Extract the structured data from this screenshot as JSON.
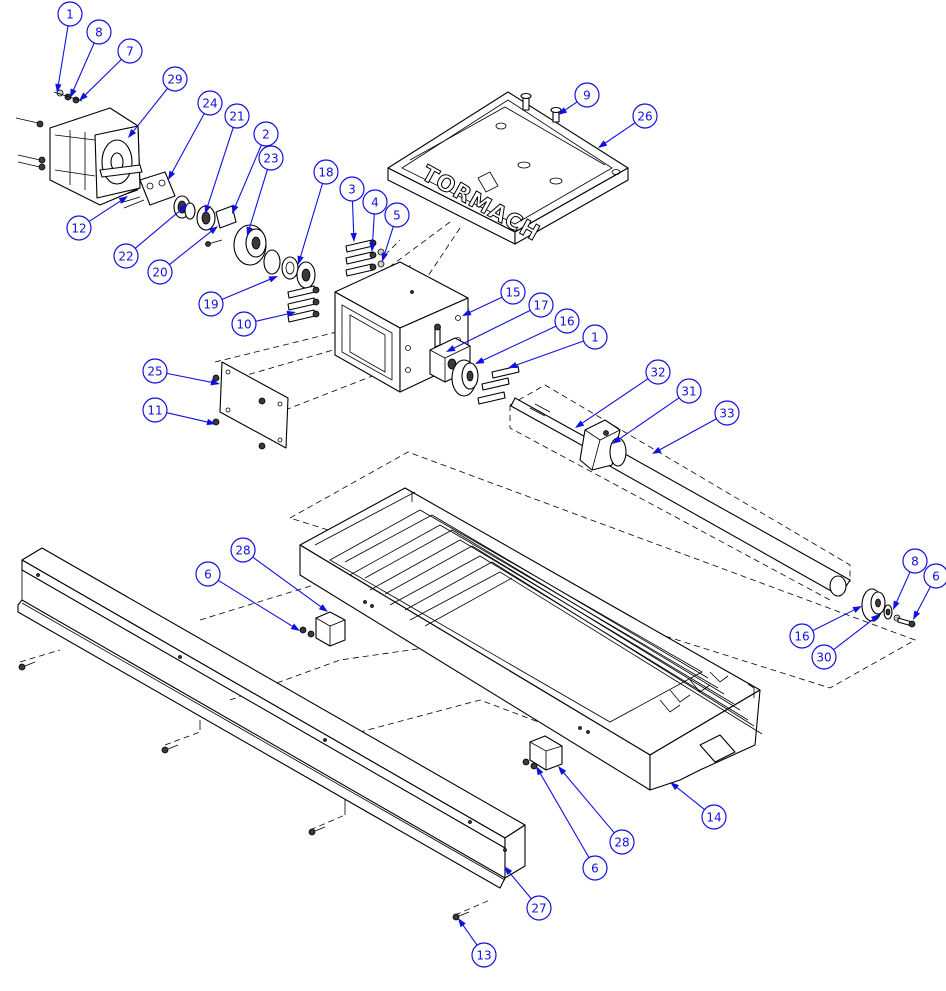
{
  "diagram": {
    "logo_text": "TORMACH",
    "balloons": [
      {
        "label": "1"
      },
      {
        "label": "8"
      },
      {
        "label": "7"
      },
      {
        "label": "29"
      },
      {
        "label": "24"
      },
      {
        "label": "21"
      },
      {
        "label": "2"
      },
      {
        "label": "23"
      },
      {
        "label": "18"
      },
      {
        "label": "3"
      },
      {
        "label": "4"
      },
      {
        "label": "5"
      },
      {
        "label": "9"
      },
      {
        "label": "26"
      },
      {
        "label": "12"
      },
      {
        "label": "22"
      },
      {
        "label": "20"
      },
      {
        "label": "19"
      },
      {
        "label": "10"
      },
      {
        "label": "15"
      },
      {
        "label": "17"
      },
      {
        "label": "16"
      },
      {
        "label": "1"
      },
      {
        "label": "25"
      },
      {
        "label": "11"
      },
      {
        "label": "32"
      },
      {
        "label": "31"
      },
      {
        "label": "33"
      },
      {
        "label": "28"
      },
      {
        "label": "6"
      },
      {
        "label": "8"
      },
      {
        "label": "6"
      },
      {
        "label": "16"
      },
      {
        "label": "30"
      },
      {
        "label": "14"
      },
      {
        "label": "28"
      },
      {
        "label": "6"
      },
      {
        "label": "27"
      },
      {
        "label": "13"
      }
    ]
  }
}
